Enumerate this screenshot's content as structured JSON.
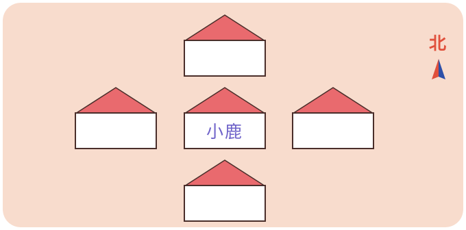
{
  "diagram": {
    "colors": {
      "background": "#f8dccd",
      "roof": "#e96a6e",
      "house_outline": "#4a2e2a",
      "house_wall": "#ffffff",
      "label": "#6f63c9",
      "north_label": "#e0503c",
      "arrow_red": "#e0503c",
      "arrow_blue": "#2d4fa8"
    },
    "houses": [
      {
        "position": "north",
        "label": ""
      },
      {
        "position": "west",
        "label": ""
      },
      {
        "position": "center",
        "label": "小鹿"
      },
      {
        "position": "east",
        "label": ""
      },
      {
        "position": "south",
        "label": ""
      }
    ],
    "compass": {
      "north_label": "北",
      "icon": "north-arrow-icon"
    }
  }
}
